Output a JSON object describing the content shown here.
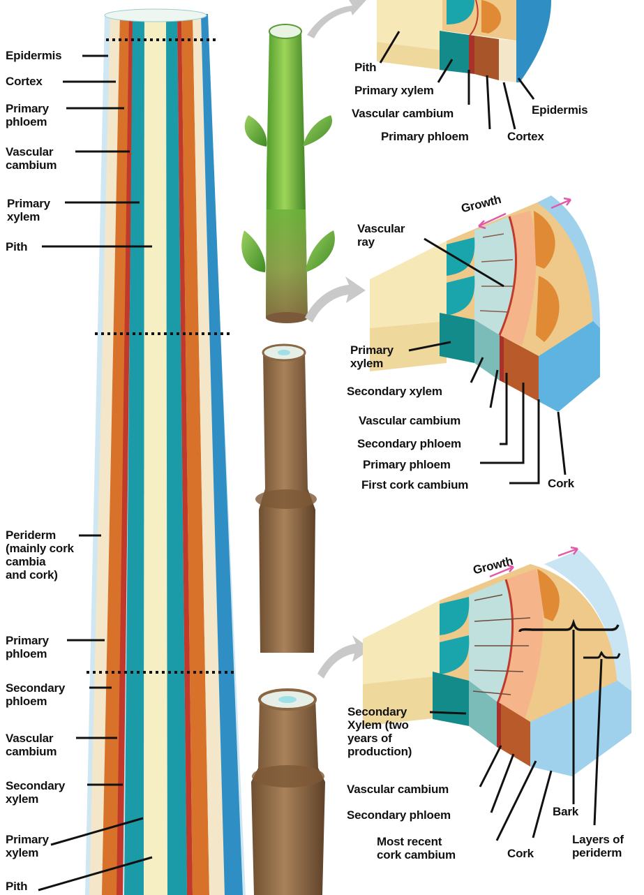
{
  "left_column": {
    "epidermis": "Epidermis",
    "cortex": "Cortex",
    "primary_phloem_top": "Primary\nphloem",
    "vascular_cambium_top": "Vascular\ncambium",
    "primary_xylem_top": "Primary\nxylem",
    "pith_top": "Pith",
    "periderm": "Periderm\n(mainly cork\ncambia\nand cork)",
    "primary_phloem_bottom": "Primary\nphloem",
    "secondary_phloem": "Secondary\nphloem",
    "vascular_cambium_bottom": "Vascular\ncambium",
    "secondary_xylem": "Secondary\nxylem",
    "primary_xylem_bottom": "Primary\nxylem",
    "pith_bottom": "Pith"
  },
  "top_section": {
    "pith": "Pith",
    "primary_xylem": "Primary xylem",
    "vascular_cambium": "Vascular cambium",
    "primary_phloem": "Primary phloem",
    "cortex": "Cortex",
    "epidermis": "Epidermis"
  },
  "middle_section": {
    "growth": "Growth",
    "vascular_ray": "Vascular\nray",
    "primary_xylem": "Primary\nxylem",
    "secondary_xylem": "Secondary xylem",
    "vascular_cambium": "Vascular cambium",
    "secondary_phloem": "Secondary phloem",
    "primary_phloem": "Primary phloem",
    "first_cork_cambium": "First cork cambium",
    "cork": "Cork"
  },
  "bottom_section": {
    "growth": "Growth",
    "secondary_xylem": "Secondary\nXylem (two\nyears of\nproduction)",
    "vascular_cambium": "Vascular cambium",
    "secondary_phloem": "Secondary phloem",
    "most_recent_cork_cambium": "Most recent\ncork cambium",
    "cork": "Cork",
    "bark": "Bark",
    "layers_of_periderm": "Layers of\nperiderm"
  },
  "colors": {
    "epidermis_blue": "#2f8fc4",
    "cork_blue": "#5fb3e0",
    "phloem_orange": "#d8722a",
    "cambium_red": "#c0392b",
    "xylem_teal": "#1b9aa8",
    "pith_cream": "#f7efc4",
    "stem_green": "#6cb23a",
    "bark_brown": "#8a6642"
  }
}
